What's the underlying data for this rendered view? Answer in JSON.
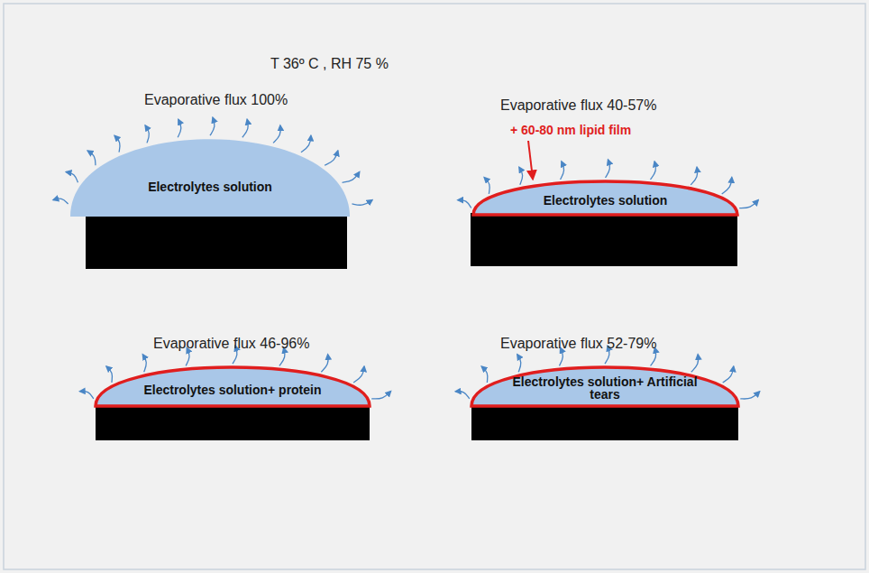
{
  "diagram": {
    "title": "T 36º C , RH 75 %",
    "nodes": [
      {
        "text": [
          "Evaporative flux 100%",
          "Electrolytes solution"
        ]
      },
      {
        "text": [
          "Evaporative flux 40-57%",
          "Electrolytes solution"
        ]
      },
      {
        "text": [
          "Evaporative flux 46-96%",
          "Electrolytes solution+ protein"
        ]
      },
      {
        "text": [
          "Evaporative flux 52-79%",
          "Electrolytes solution+ Artificial tears"
        ]
      }
    ],
    "labels": [
      "+ 60-80 nm lipid film"
    ]
  }
}
